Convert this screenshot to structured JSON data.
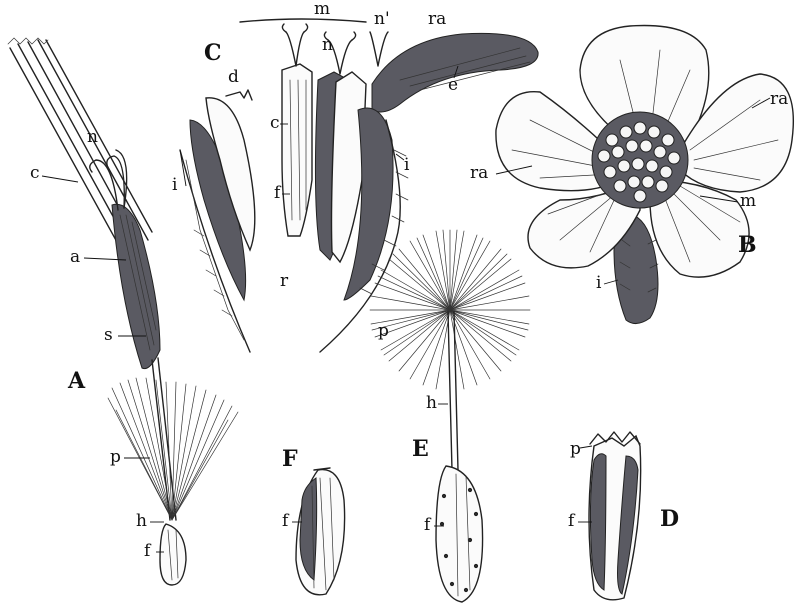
{
  "figures": {
    "A": {
      "letter": "A",
      "labels": {
        "n": "n",
        "c": "c",
        "a": "a",
        "s": "s",
        "p": "p",
        "h": "h",
        "f": "f"
      }
    },
    "B": {
      "letter": "B",
      "labels": {
        "ra1": "ra",
        "ra2": "ra",
        "m": "m",
        "i": "i"
      }
    },
    "C": {
      "letter": "C",
      "labels": {
        "m": "m",
        "n": "n",
        "n_prime": "n'",
        "ra": "ra",
        "c": "c",
        "d": "d",
        "e": "e",
        "f": "f",
        "i_left": "i",
        "i_right": "i",
        "r": "r"
      }
    },
    "D": {
      "letter": "D",
      "labels": {
        "p": "p",
        "f": "f"
      }
    },
    "E": {
      "letter": "E",
      "labels": {
        "p": "p",
        "h": "h",
        "f": "f"
      }
    },
    "F": {
      "letter": "F",
      "labels": {
        "f": "f"
      }
    }
  }
}
